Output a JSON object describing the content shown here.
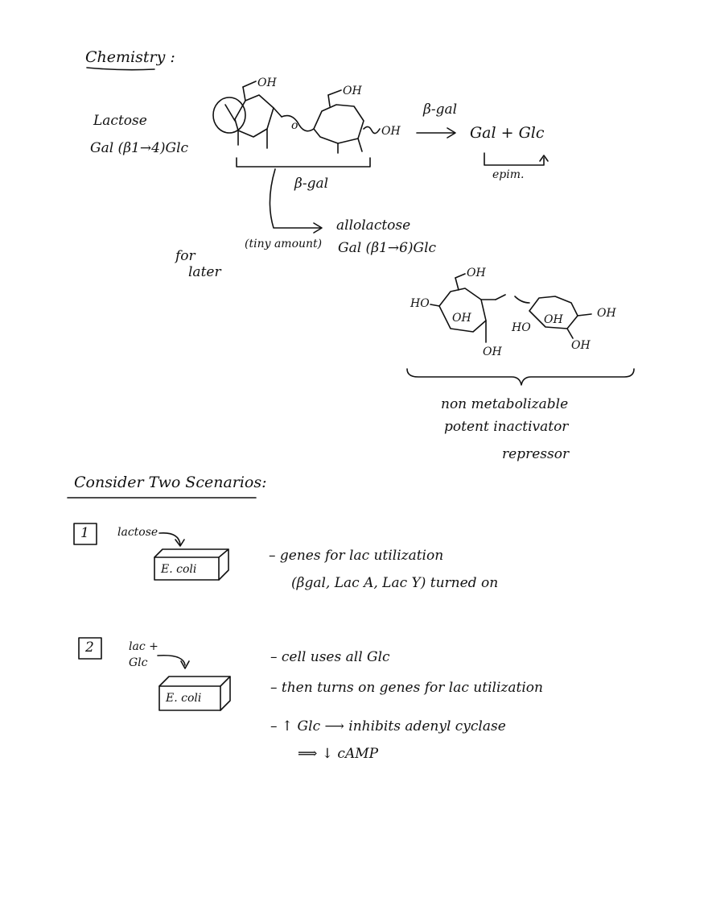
{
  "chemistry": {
    "heading": "Chemistry :",
    "lactose_label": "Lactose",
    "lactose_linkage": "Gal (β1→4)Glc",
    "struct_oh_top_left": "OH",
    "struct_oh_top_right": "OH",
    "struct_oh_anomeric": "OH",
    "reaction_enzyme": "β-gal",
    "products": "Gal + Glc",
    "epim_label": "epim.",
    "bracket_enzyme": "β-gal",
    "tiny_amount": "(tiny amount)",
    "allolactose_label": "allolactose",
    "allolactose_linkage": "Gal (β1→6)Glc",
    "side_note_line1": "for",
    "side_note_line2": "later",
    "allo_oh_top": "OH",
    "allo_ho_left": "HO",
    "allo_oh_ring1": "OH",
    "allo_oh_bottom": "OH",
    "allo_ho_ring2": "HO",
    "allo_oh_ring2": "OH",
    "allo_oh_anomeric": "OH",
    "allo_oh_ring2_bottom": "OH",
    "note_line1": "non metabolizable",
    "note_line2": "potent inactivator",
    "note_line3": "repressor"
  },
  "scenarios": {
    "heading": "Consider Two Scenarios:",
    "scenario1": {
      "number": "1",
      "input_label": "lactose",
      "cell_label": "E. coli",
      "line1": "– genes for lac utilization",
      "line2": "(βgal, Lac A, Lac Y) turned on"
    },
    "scenario2": {
      "number": "2",
      "input_line1": "lac +",
      "input_line2": "Glc",
      "cell_label": "E. coli",
      "line1": "– cell uses all Glc",
      "line2": "– then turns on genes for lac utilization",
      "line3": "– ↑ Glc ⟶ inhibits adenyl cyclase",
      "line4": "⟹ ↓ cAMP"
    }
  }
}
